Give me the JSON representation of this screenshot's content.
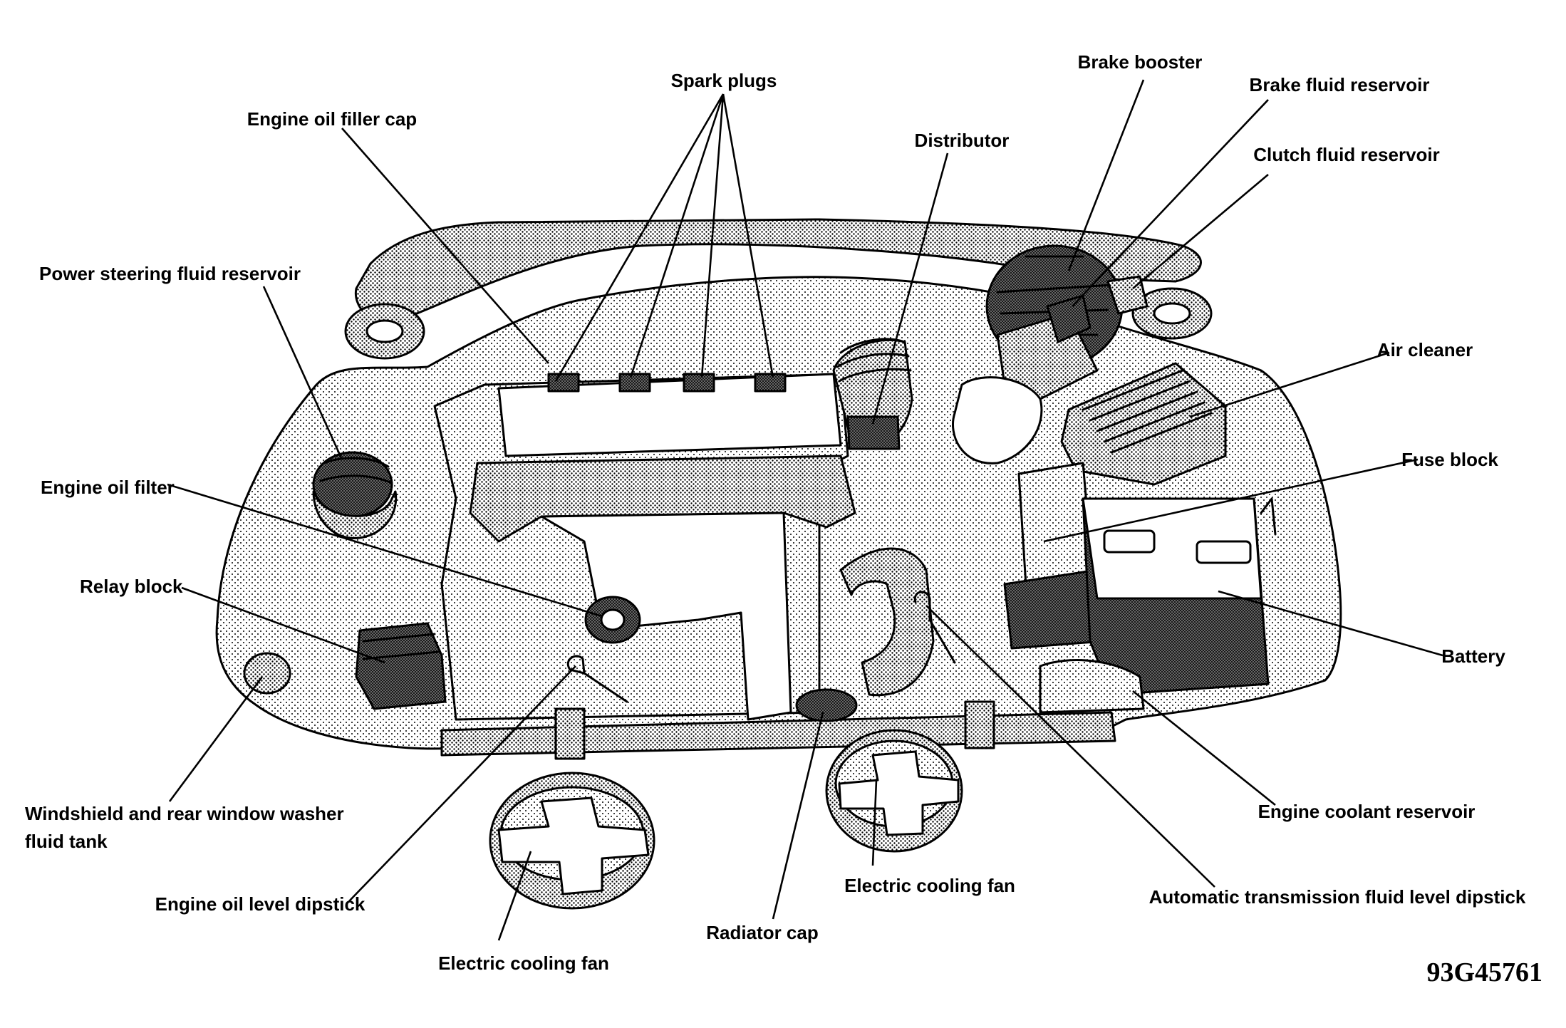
{
  "labels": {
    "spark_plugs": "Spark plugs",
    "brake_booster": "Brake booster",
    "brake_fluid_reservoir": "Brake fluid reservoir",
    "engine_oil_filler_cap": "Engine oil filler cap",
    "distributor": "Distributor",
    "clutch_fluid_reservoir": "Clutch fluid reservoir",
    "power_steering_fluid_reservoir": "Power steering fluid reservoir",
    "air_cleaner": "Air cleaner",
    "fuse_block": "Fuse block",
    "engine_oil_filter": "Engine oil filter",
    "relay_block": "Relay block",
    "battery": "Battery",
    "washer_tank_line1": "Windshield and rear window washer",
    "washer_tank_line2": "fluid tank",
    "engine_coolant_reservoir": "Engine coolant reservoir",
    "engine_oil_level_dipstick": "Engine oil level dipstick",
    "electric_cooling_fan_right": "Electric cooling fan",
    "automatic_transmission_dipstick": "Automatic transmission fluid level dipstick",
    "radiator_cap": "Radiator cap",
    "electric_cooling_fan_left": "Electric cooling fan"
  },
  "figure_code": "93G45761",
  "colors": {
    "ink": "#000000",
    "background": "#ffffff",
    "stipple": "#9a9a9a"
  }
}
